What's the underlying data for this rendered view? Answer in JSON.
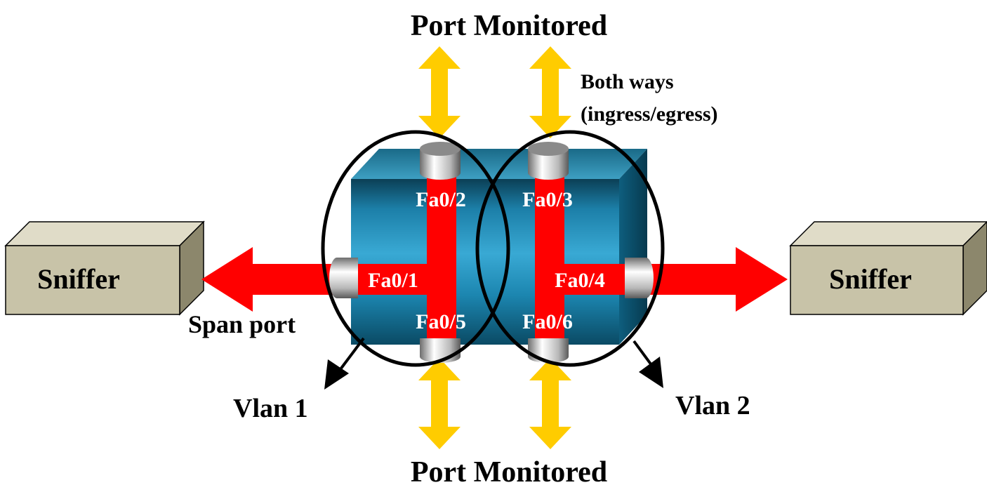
{
  "labels": {
    "top_title": "Port Monitored",
    "bottom_title": "Port Monitored",
    "both_ways_line1": "Both ways",
    "both_ways_line2": "(ingress/egress)",
    "span_port": "Span port",
    "vlan1": "Vlan 1",
    "vlan2": "Vlan 2"
  },
  "devices": {
    "left_sniffer": "Sniffer",
    "right_sniffer": "Sniffer"
  },
  "ports": {
    "fa0_1": "Fa0/1",
    "fa0_2": "Fa0/2",
    "fa0_3": "Fa0/3",
    "fa0_4": "Fa0/4",
    "fa0_5": "Fa0/5",
    "fa0_6": "Fa0/6"
  },
  "colors": {
    "monitor_arrow": "#ffcc00",
    "span_path": "#ff0000",
    "switch_face": "#1f8fb8",
    "switch_top": "#2b7f9f",
    "switch_side": "#0c5874",
    "sniffer_face": "#c8c3a8",
    "sniffer_top": "#e0dcc8",
    "sniffer_side": "#8c876c"
  }
}
